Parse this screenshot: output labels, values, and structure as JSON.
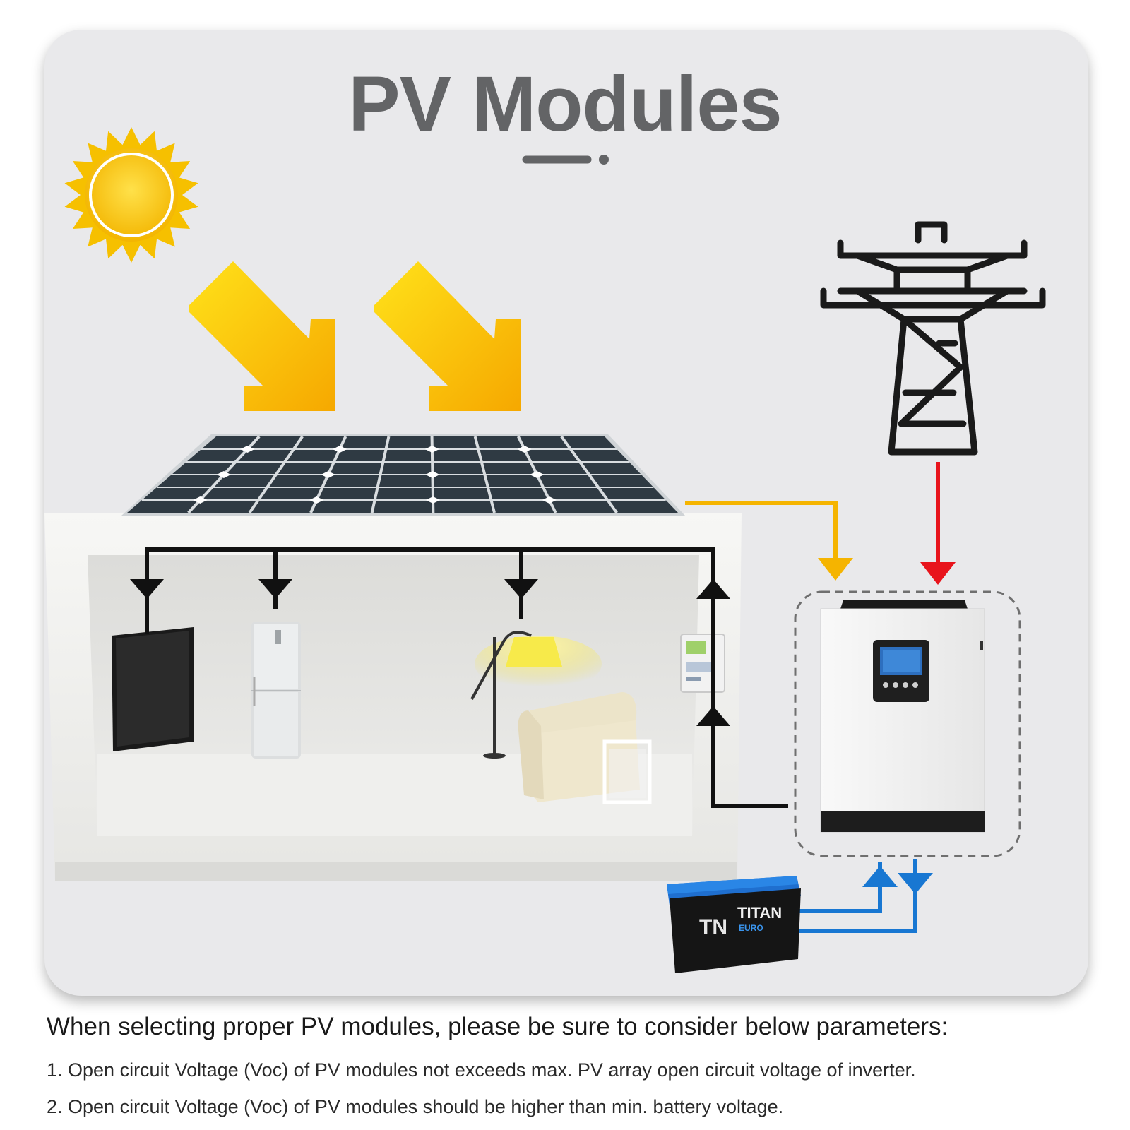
{
  "title": "PV Modules",
  "caption": {
    "heading": "When selecting proper PV modules, please be sure to consider below parameters:",
    "points": [
      "1. Open circuit Voltage (Voc) of PV modules not exceeds max. PV array open circuit voltage of inverter.",
      "2. Open circuit Voltage (Voc) of PV modules should be higher than min. battery voltage."
    ]
  },
  "battery": {
    "brand": "TITAN",
    "logo": "TN",
    "sub": "EURO"
  },
  "colors": {
    "panel_bg": "#e9e9eb",
    "title": "#636466",
    "sun": "#f6c300",
    "pv_line": "#f5b400",
    "grid_line": "#e8141c",
    "battery_line": "#1877d2",
    "load_line": "#111111"
  },
  "icons": [
    "sun-icon",
    "sunlight-arrow-icon",
    "solar-panel-icon",
    "transmission-tower-icon",
    "inverter-icon",
    "battery-icon",
    "tv-icon",
    "refrigerator-icon",
    "floor-lamp-icon",
    "sofa-icon",
    "electric-meter-icon"
  ]
}
